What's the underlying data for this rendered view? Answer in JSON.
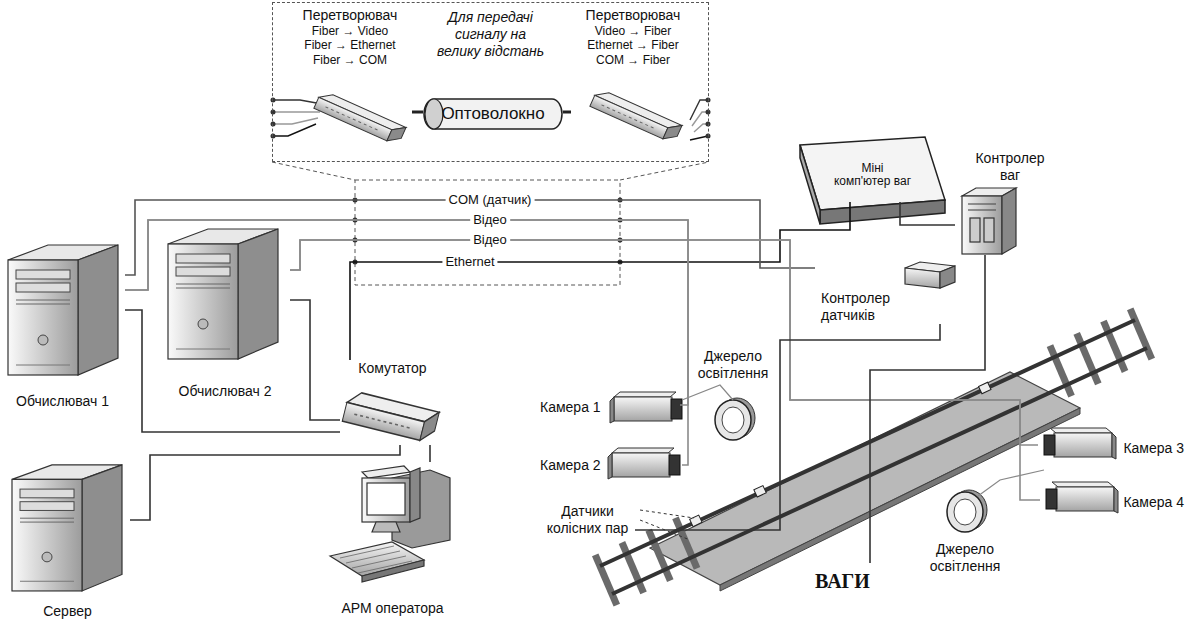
{
  "diagram": {
    "nodes": [
      {
        "text": [
          "Для передачі сигналу на велику відстань"
        ]
      },
      {
        "text": [
          "Перетворювач",
          "Fiber → Video Fiber → Ethernet Fiber → COM"
        ],
        "in": 0
      },
      {
        "text": [
          "Оптоволокно"
        ],
        "in": 0
      },
      {
        "text": [
          "Перетворювач",
          "Video → Fiber Ethernet → Fiber COM → Fiber"
        ],
        "in": 0
      },
      {
        "text": [
          "Міні комп'ютер ваг"
        ]
      },
      {
        "text": [
          "Контролер ваг"
        ]
      },
      {
        "text": [
          "Обчислювач 1"
        ]
      },
      {
        "text": [
          "Обчислювач 2"
        ]
      },
      {
        "text": [
          "Контролер датчиків"
        ]
      },
      {
        "text": [
          "Комутатор"
        ]
      },
      {
        "text": [
          "Джерело освітлення"
        ]
      },
      {
        "text": [
          "Камера 1"
        ]
      },
      {
        "text": [
          "Камера 2"
        ]
      },
      {
        "text": [
          "Камера 3"
        ]
      },
      {
        "text": [
          "Камера 4"
        ]
      },
      {
        "text": [
          "Датчики колісних пар"
        ]
      },
      {
        "text": [
          "Сервер"
        ]
      },
      {
        "text": [
          "АРМ оператора"
        ]
      },
      {
        "text": [
          "Джерело освітлення"
        ]
      },
      {
        "text": [
          "ВАГИ"
        ]
      }
    ],
    "edges": [
      {
        "from": 6,
        "to": 9,
        "arrow": "none"
      },
      {
        "from": 7,
        "to": 9,
        "arrow": "none"
      },
      {
        "from": 16,
        "to": 9,
        "arrow": "none"
      },
      {
        "from": 9,
        "to": 17,
        "arrow": "none"
      },
      {
        "from": 9,
        "to": 4,
        "label": "Ethernet",
        "arrow": "none"
      },
      {
        "from": 6,
        "to": 8,
        "label": "COM (датчик)",
        "arrow": "none"
      },
      {
        "from": 6,
        "to": 11,
        "label": "Відео",
        "arrow": "none"
      },
      {
        "from": 6,
        "to": 12,
        "arrow": "none"
      },
      {
        "from": 7,
        "to": 13,
        "label": "Відео",
        "arrow": "none"
      },
      {
        "from": 7,
        "to": 14,
        "arrow": "none"
      },
      {
        "from": 5,
        "to": 4,
        "arrow": "none"
      },
      {
        "from": 5,
        "to": 19,
        "arrow": "none"
      },
      {
        "from": 8,
        "to": 15,
        "arrow": "none"
      },
      {
        "from": 1,
        "to": 2,
        "arrow": "none"
      },
      {
        "from": 2,
        "to": 3,
        "arrow": "none"
      }
    ]
  }
}
